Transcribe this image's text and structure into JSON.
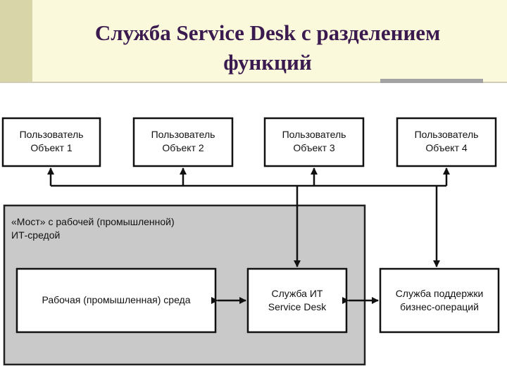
{
  "title": {
    "line1": "Служба Service Desk с разделением",
    "line2": "функций"
  },
  "users": [
    {
      "line1": "Пользователь",
      "line2": "Объект 1"
    },
    {
      "line1": "Пользователь",
      "line2": "Объект 2"
    },
    {
      "line1": "Пользователь",
      "line2": "Объект 3"
    },
    {
      "line1": "Пользователь",
      "line2": "Объект 4"
    }
  ],
  "bridge_region": {
    "line1": "«Мост» с рабочей (промышленной)",
    "line2": "ИТ-средой"
  },
  "work_env": {
    "label": "Рабочая (промышленная)  среда"
  },
  "service_desk": {
    "line1": "Служба ИТ",
    "line2": "Service Desk"
  },
  "business_support": {
    "line1": "Служба поддержки",
    "line2": "бизнес-операций"
  },
  "colors": {
    "title_text": "#3b1a4f",
    "title_band": "#fbf9dc",
    "accent_bar": "#d8d6a8",
    "region_fill": "#c9c9c9"
  }
}
